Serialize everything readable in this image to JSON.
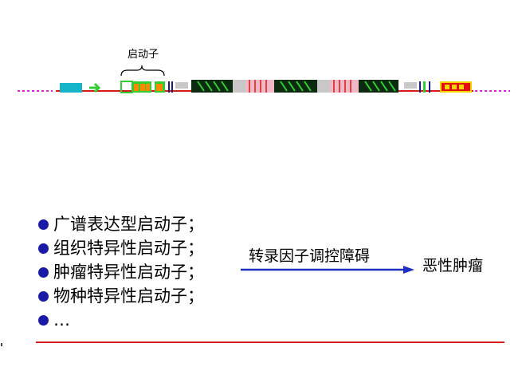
{
  "diagram": {
    "promoter_label": "启动子",
    "colors": {
      "dots": "#e020e0",
      "strand": "#d81a1a",
      "cyan": "#17b5c9",
      "green": "#33cc33",
      "orange": "#ff8a00",
      "gray": "#c8c8c8",
      "pink": "#f2b8c6",
      "dark": "#0b2a10",
      "navy": "#1a1a80",
      "red_box": "#e01010",
      "yellow": "#f5d400"
    }
  },
  "bullets": {
    "items": [
      {
        "text": "广谱表达型启动子；"
      },
      {
        "text": "组织特异性启动子；"
      },
      {
        "text": "肿瘤特异性启动子；"
      },
      {
        "text": "物种特异性启动子；"
      },
      {
        "text": "…"
      }
    ]
  },
  "arrow": {
    "label": "转录因子调控障碍",
    "color": "#1f2fbf"
  },
  "result": {
    "label": "恶性肿瘤"
  }
}
